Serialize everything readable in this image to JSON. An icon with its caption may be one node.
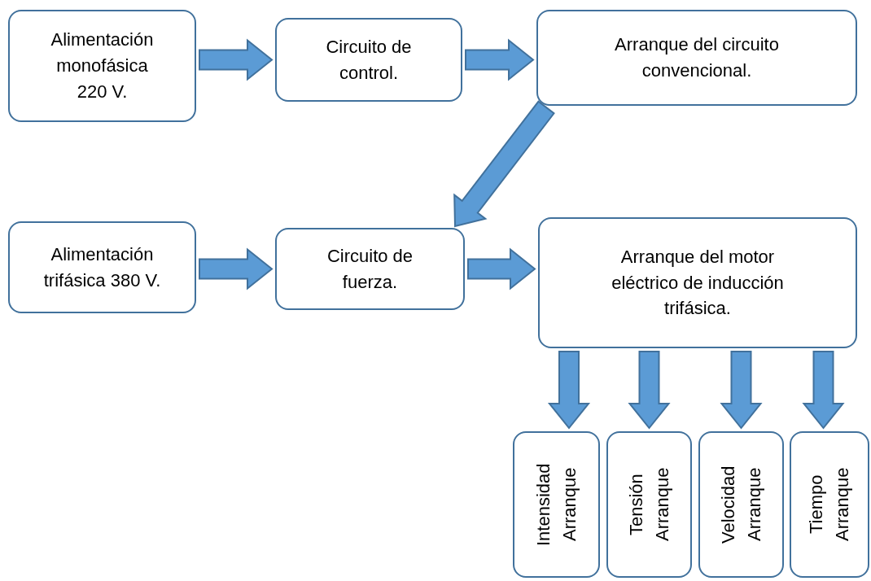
{
  "diagram": {
    "nodes": [
      {
        "text": [
          "Alimentación monofásica 220 V."
        ]
      },
      {
        "text": [
          "Circuito de control."
        ]
      },
      {
        "text": [
          "Arranque del circuito convencional."
        ]
      },
      {
        "text": [
          "Alimentación trifásica 380 V."
        ]
      },
      {
        "text": [
          "Circuito de fuerza."
        ]
      },
      {
        "text": [
          "Arranque del motor eléctrico de inducción trifásica."
        ]
      },
      {
        "text": [
          "Intensidad Arranque"
        ]
      },
      {
        "text": [
          "Tensión Arranque"
        ]
      },
      {
        "text": [
          "Velocidad Arranque"
        ]
      },
      {
        "text": [
          "Tiempo Arranque"
        ]
      }
    ],
    "edges": [
      {
        "from": 0,
        "to": 1,
        "arrow": "to"
      },
      {
        "from": 1,
        "to": 2,
        "arrow": "to"
      },
      {
        "from": 2,
        "to": 4,
        "arrow": "to"
      },
      {
        "from": 3,
        "to": 4,
        "arrow": "to"
      },
      {
        "from": 4,
        "to": 5,
        "arrow": "to"
      },
      {
        "from": 5,
        "to": 6,
        "arrow": "to"
      },
      {
        "from": 5,
        "to": 7,
        "arrow": "to"
      },
      {
        "from": 5,
        "to": 8,
        "arrow": "to"
      },
      {
        "from": 5,
        "to": 9,
        "arrow": "to"
      }
    ]
  }
}
